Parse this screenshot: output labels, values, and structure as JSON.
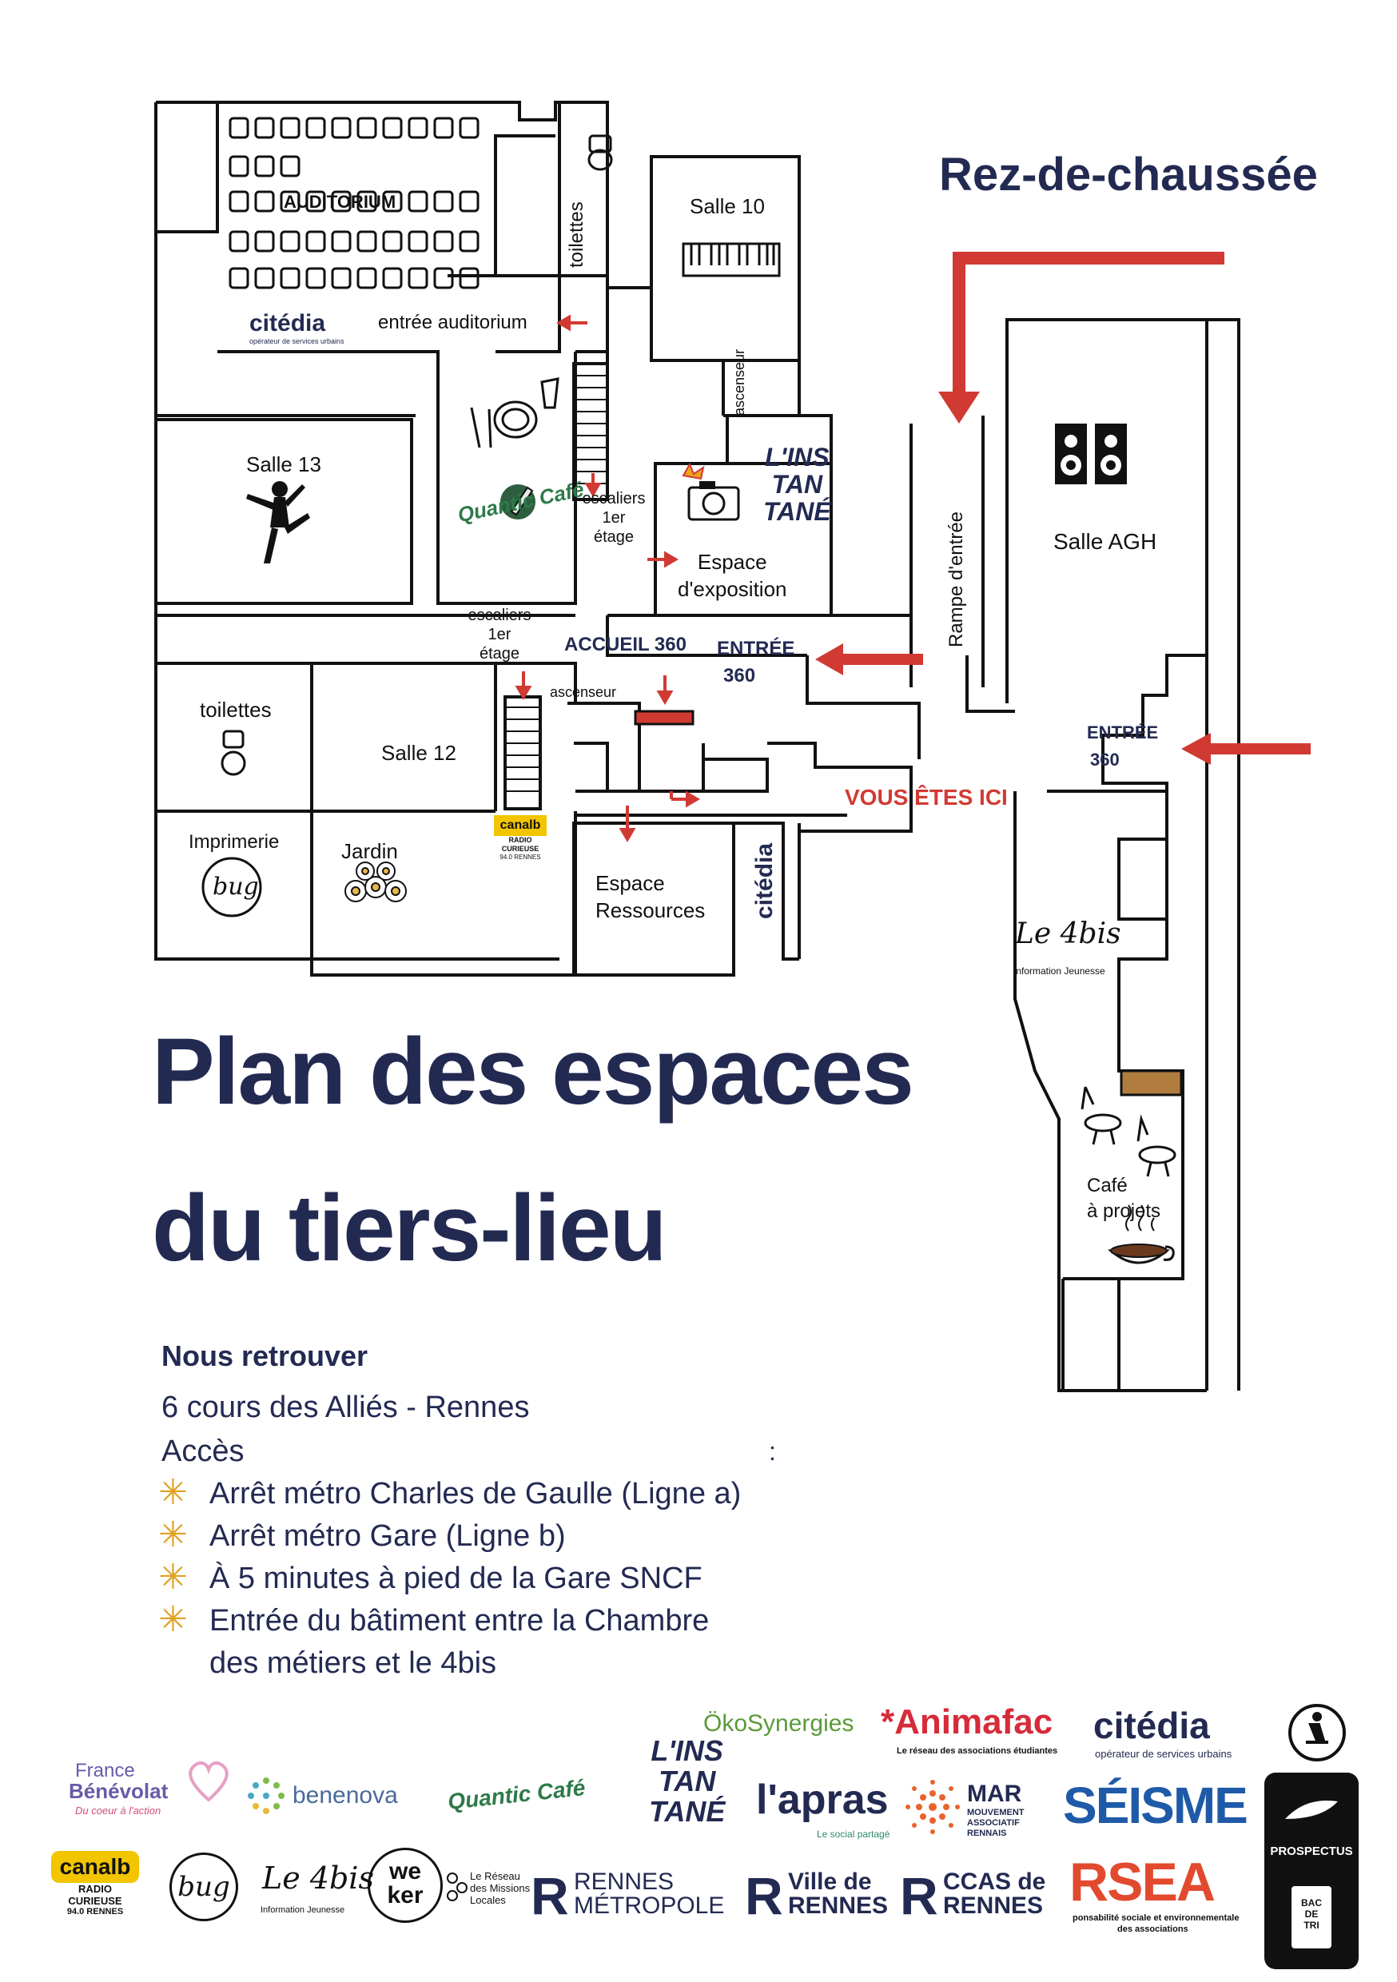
{
  "floor_label": "Rez-de-chaussée",
  "title_line1": "Plan des espaces",
  "title_line2": "du tiers-lieu",
  "rooms": {
    "auditorium": "AUDITORIUM",
    "citedia_brand": "citédia",
    "citedia_sub": "opérateur de services urbains",
    "entree_auditorium": "entrée auditorium",
    "toilettes_top": "toilettes",
    "salle10": "Salle 10",
    "ascenseur_top": "ascenseur",
    "salle13": "Salle 13",
    "quantic_cafe": "Quantic Café",
    "escaliers_1": "escaliers",
    "etage_1": "1er étage",
    "instantane_1": "L'INS",
    "instantane_2": "TAN",
    "instantane_3": "TANÉ",
    "espace_expo_1": "Espace",
    "espace_expo_2": "d'exposition",
    "rampe": "Rampe d'entrée",
    "salle_agh": "Salle AGH",
    "escaliers_2": "escaliers",
    "etage_2": "1er étage",
    "accueil": "ACCUEIL 360",
    "ascenseur_mid": "ascenseur",
    "entree360_a_1": "ENTRÉE",
    "entree360_a_2": "360",
    "entree360_b_1": "ENTRÉE",
    "entree360_b_2": "360",
    "toilettes_left": "toilettes",
    "salle12": "Salle 12",
    "vous_etes_ici": "VOUS ÊTES ICI",
    "imprimerie": "Imprimerie",
    "bug": "bug",
    "jardin": "Jardin",
    "canalb": "canalb",
    "canalb_sub": "RADIO CURIEUSE",
    "canalb_freq": "94.0 RENNES",
    "espace_ressources_1": "Espace",
    "espace_ressources_2": "Ressources",
    "citedia_vertical": "citédia",
    "le4bis": "Le 4bis",
    "le4bis_sub": "Information Jeunesse",
    "cafe_projets_1": "Café",
    "cafe_projets_2": "à projets"
  },
  "info": {
    "heading": "Nous retrouver",
    "address": "6 cours des Alliés - Rennes",
    "acces": "Accès",
    "acces_colon": ":",
    "items": [
      "Arrêt métro Charles de Gaulle (Ligne a)",
      "Arrêt métro Gare (Ligne b)",
      "À 5 minutes à pied de la Gare SNCF",
      "Entrée du bâtiment entre la Chambre"
    ],
    "items_cont": "des métiers et le 4bis"
  },
  "partners": {
    "okosynergies": "ÖkoSynergies",
    "animafac": "*Animafac",
    "animafac_sub": "Le réseau des associations étudiantes",
    "citedia": "citédia",
    "citedia_sub": "opérateur de services urbains",
    "france_benevolat_1": "France",
    "france_benevolat_2": "Bénévolat",
    "france_benevolat_sub": "Du coeur à l'action",
    "benenova": "benenova",
    "quantic": "Quantic Café",
    "instantane_1": "L'INS",
    "instantane_2": "TAN",
    "instantane_3": "TANÉ",
    "lapras": "l'apras",
    "lapras_sub": "Le social partagé",
    "mar": "MAR",
    "mar_sub_1": "MOUVEMENT",
    "mar_sub_2": "ASSOCIATIF",
    "mar_sub_3": "RENNAIS",
    "seisme": "SÉISME",
    "canalb": "canalb",
    "canalb_sub": "RADIO CURIEUSE",
    "canalb_freq": "94.0 RENNES",
    "bug": "bug",
    "le4bis": "Le 4bis",
    "le4bis_sub": "Information Jeunesse",
    "weker": "we ker",
    "missions_1": "Le Réseau",
    "missions_2": "des Missions",
    "missions_3": "Locales",
    "rennes_metropole_1": "RENNES",
    "rennes_metropole_2": "MÉTROPOLE",
    "ville_rennes_1": "Ville de",
    "ville_rennes_2": "RENNES",
    "ccas_1": "CCAS de",
    "ccas_2": "RENNES",
    "rsea": "RSEA",
    "rsea_sub_1": "ponsabilité sociale et environnementale",
    "rsea_sub_2": "des associations",
    "prospectus": "PROSPECTUS",
    "bac_1": "BAC",
    "bac_2": "DE",
    "bac_3": "TRI"
  },
  "colors": {
    "navy": "#232a52",
    "red": "#d13a33",
    "accent_bullet": "#e0a126",
    "wall": "#111111"
  }
}
